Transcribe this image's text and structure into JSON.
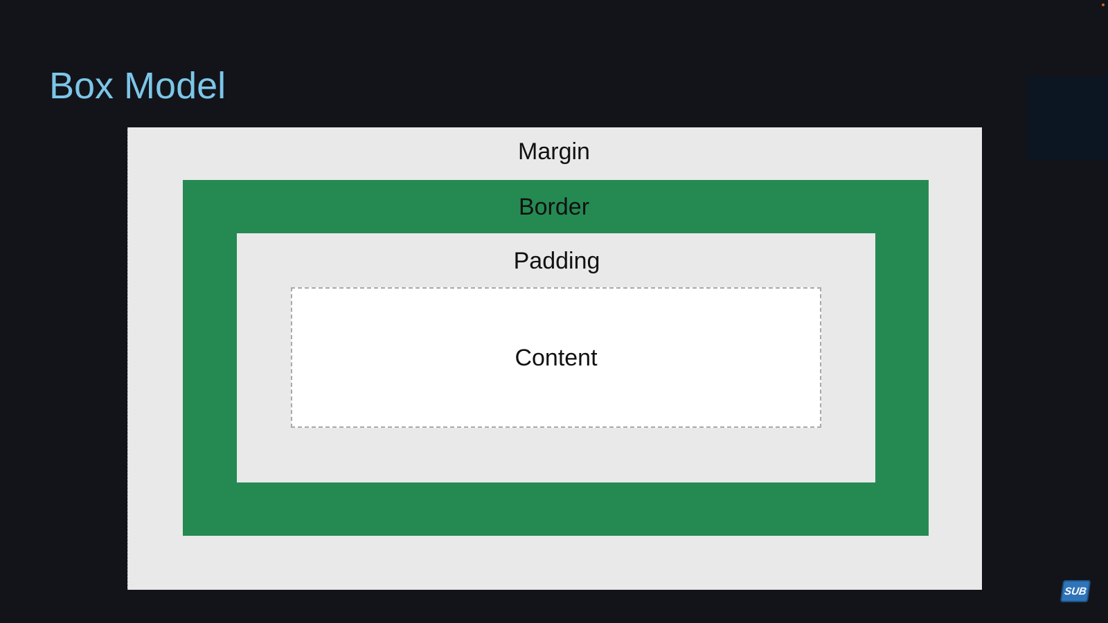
{
  "slide": {
    "title": "Box Model"
  },
  "diagram": {
    "layers": {
      "margin": "Margin",
      "border": "Border",
      "padding": "Padding",
      "content": "Content"
    },
    "colors": {
      "background": "#13141a",
      "title": "#7cc6e8",
      "margin": "#e9e9e9",
      "border": "#258a52",
      "padding": "#e9e9e9",
      "content": "#ffffff"
    }
  },
  "overlay": {
    "badge_icon": "sub-logo-icon"
  }
}
